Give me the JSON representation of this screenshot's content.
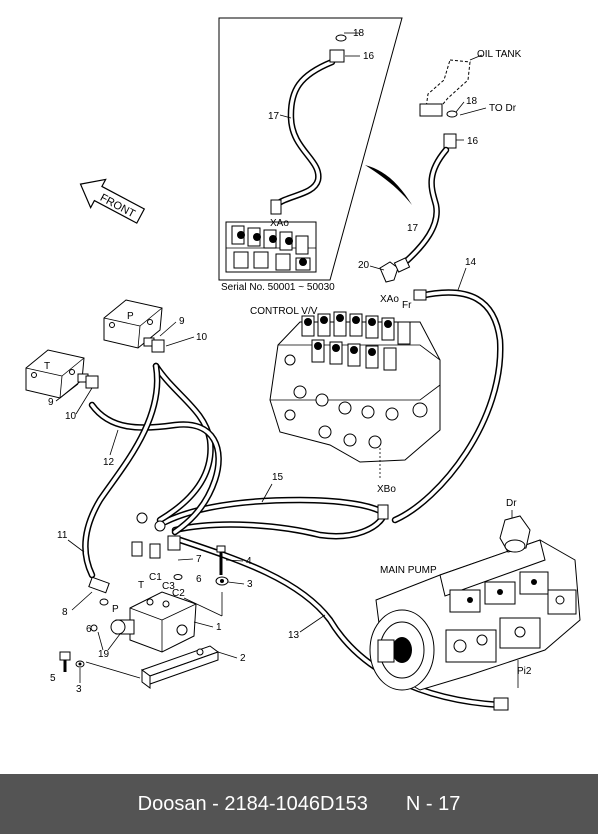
{
  "title_bar": {
    "brand": "Doosan",
    "dash": "-",
    "part_number": "2184-1046D153",
    "page": "N - 17"
  },
  "labels": {
    "front": "FRONT",
    "oil_tank": "OIL TANK",
    "to_dr": "TO Dr",
    "control_vv": "CONTROL V/V",
    "main_pump": "MAIN PUMP",
    "serial": "Serial No. 50001 ~ 50030",
    "xao_inset": "XAo",
    "xao": "XAo",
    "fr": "Fr",
    "xbo": "XBo",
    "dr": "Dr",
    "pi2": "Pi2",
    "p_block": "P",
    "t_block": "T",
    "p_port": "P",
    "t_port": "T",
    "c1": "C1",
    "c2": "C2",
    "c3": "C3"
  },
  "callouts": {
    "n18a": "18",
    "n16a": "16",
    "n17a": "17",
    "n18b": "18",
    "n16b": "16",
    "n17b": "17",
    "n20": "20",
    "n14": "14",
    "n9a": "9",
    "n10a": "10",
    "n9b": "9",
    "n10b": "10",
    "n12": "12",
    "n15": "15",
    "n11": "11",
    "n7": "7",
    "n4": "4",
    "n6": "6",
    "n3a": "3",
    "n8": "8",
    "n1": "1",
    "n2": "2",
    "n19": "19",
    "n5": "5",
    "n3b": "3",
    "n13": "13"
  }
}
